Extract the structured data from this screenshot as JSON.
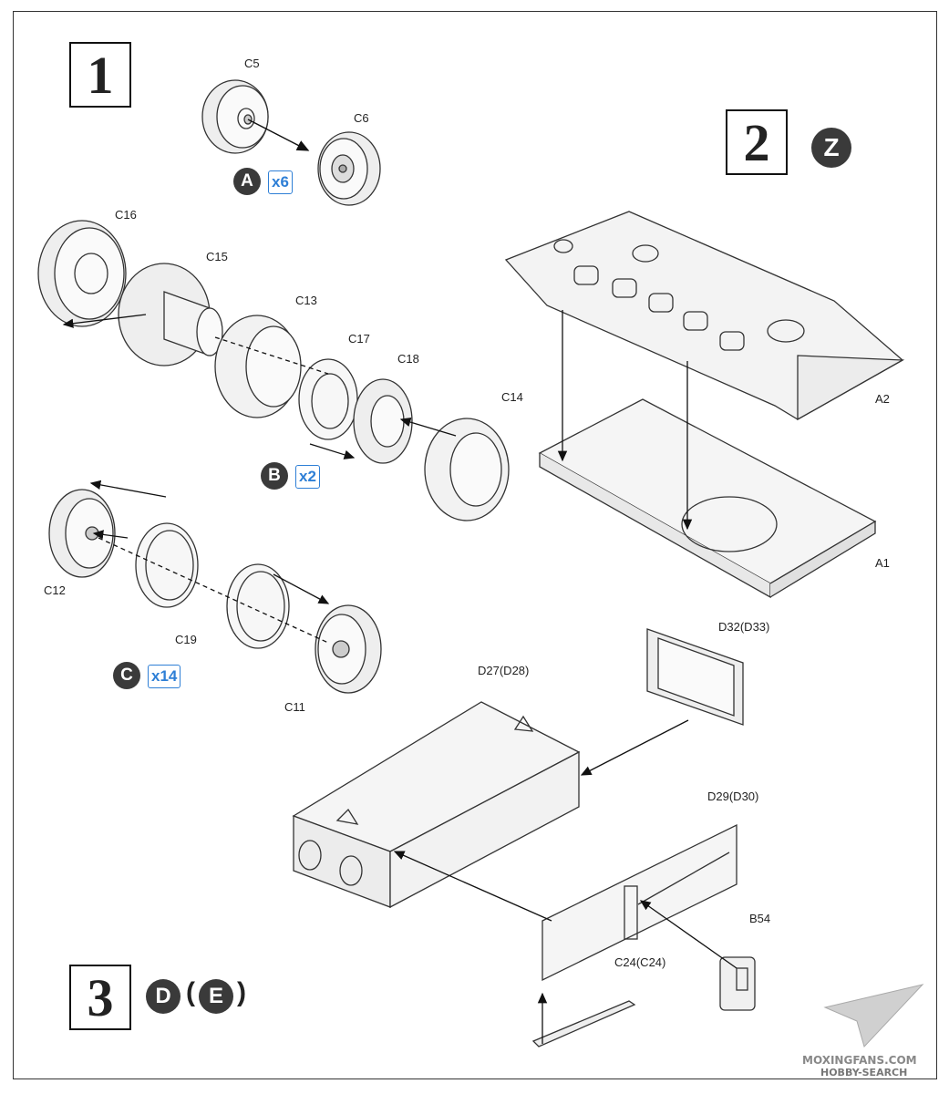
{
  "steps": {
    "step1": "1",
    "step2": "2",
    "step3": "3"
  },
  "markers": {
    "z": "Z",
    "a": "A",
    "b": "B",
    "c": "C",
    "d": "D",
    "e": "E",
    "e_open": "(",
    "e_close": ")"
  },
  "quantities": {
    "a": "x6",
    "b": "x2",
    "c": "x14"
  },
  "labels": {
    "c5": "C5",
    "c6": "C6",
    "c16": "C16",
    "c15": "C15",
    "c13": "C13",
    "c17": "C17",
    "c18": "C18",
    "c14": "C14",
    "c12": "C12",
    "c19": "C19",
    "c11": "C11",
    "a2": "A2",
    "a1": "A1",
    "d32": "D32(D33)",
    "d27": "D27(D28)",
    "d29": "D29(D30)",
    "b54": "B54",
    "c24": "C24(C24)"
  },
  "watermark": {
    "site": "MOXINGFANS.COM",
    "sub": "HOBBY-SEARCH"
  },
  "colors": {
    "ink": "#222222",
    "marker": "#3a3a3a",
    "quantity_blue": "#2e7fd6"
  }
}
